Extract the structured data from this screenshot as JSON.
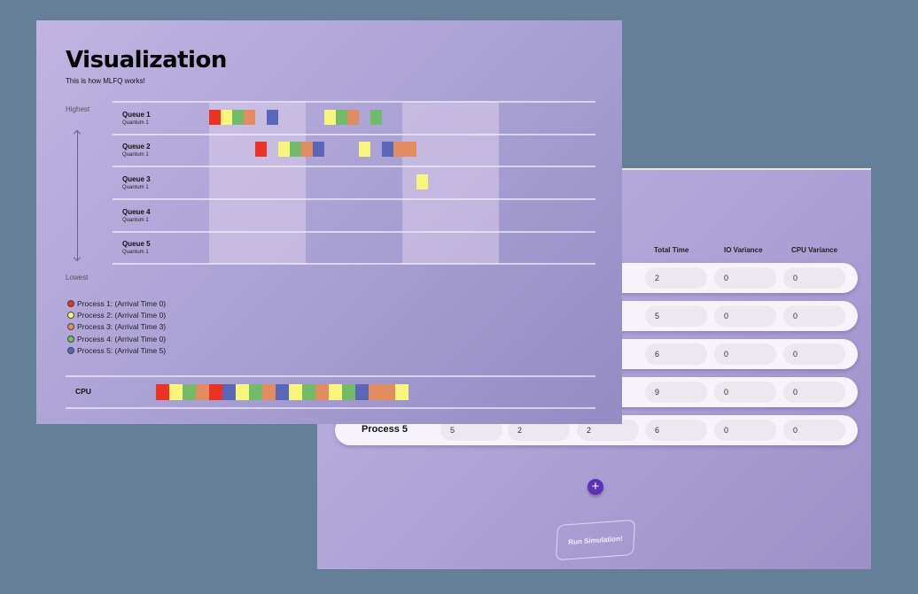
{
  "colors": {
    "p1": "#ec3323",
    "p2": "#f8f57c",
    "p3": "#e28c62",
    "p4": "#72bb6b",
    "p5": "#5a67b8"
  },
  "front": {
    "title": "Visualization",
    "subtitle": "This is how MLFQ works!",
    "highest": "Highest",
    "lowest": "Lowest",
    "queues": [
      {
        "name": "Queue 1",
        "quantum": "Quantum 1",
        "slots": [
          [
            0,
            "p1"
          ],
          [
            1,
            "p2"
          ],
          [
            2,
            "p4"
          ],
          [
            3,
            "p3"
          ],
          [
            5,
            "p5"
          ],
          [
            10,
            "p2"
          ],
          [
            11,
            "p4"
          ],
          [
            12,
            "p3"
          ],
          [
            14,
            "p4"
          ]
        ]
      },
      {
        "name": "Queue 2",
        "quantum": "Quantum 1",
        "slots": [
          [
            4,
            "p1"
          ],
          [
            6,
            "p2"
          ],
          [
            7,
            "p4"
          ],
          [
            8,
            "p3"
          ],
          [
            9,
            "p5"
          ],
          [
            13,
            "p2"
          ],
          [
            15,
            "p5"
          ],
          [
            16,
            "p3"
          ],
          [
            17,
            "p3"
          ]
        ]
      },
      {
        "name": "Queue 3",
        "quantum": "Quantum 1",
        "slots": [
          [
            18,
            "p2"
          ]
        ]
      },
      {
        "name": "Queue 4",
        "quantum": "Quantum 1",
        "slots": []
      },
      {
        "name": "Queue 5",
        "quantum": "Quantum 1",
        "slots": []
      }
    ],
    "legend": [
      {
        "label": "Process 1:  (Arrival Time 0)",
        "color": "p1"
      },
      {
        "label": "Process 2:  (Arrival Time 0)",
        "color": "p2"
      },
      {
        "label": "Process 3:  (Arrival Time 3)",
        "color": "p3"
      },
      {
        "label": "Process 4:  (Arrival Time 0)",
        "color": "p4"
      },
      {
        "label": "Process 5:  (Arrival Time 5)",
        "color": "p5"
      }
    ],
    "cpu_label": "CPU",
    "cpu": [
      "p1",
      "p2",
      "p4",
      "p3",
      "p1",
      "p5",
      "p2",
      "p4",
      "p3",
      "p5",
      "p2",
      "p4",
      "p3",
      "p2",
      "p4",
      "p5",
      "p3",
      "p3",
      "p2"
    ]
  },
  "back": {
    "headers": [
      "Total Time",
      "IO Variance",
      "CPU Variance"
    ],
    "rows": [
      {
        "cells": [
          "2",
          "0",
          "0"
        ]
      },
      {
        "cells": [
          "5",
          "0",
          "0"
        ]
      },
      {
        "cells": [
          "6",
          "0",
          "0"
        ]
      },
      {
        "cells": [
          "9",
          "0",
          "0"
        ]
      },
      {
        "name": "Process 5",
        "cells": [
          "5",
          "2",
          "2",
          "6",
          "0",
          "0"
        ]
      }
    ],
    "add": "+",
    "run": "Run Simulation!"
  }
}
